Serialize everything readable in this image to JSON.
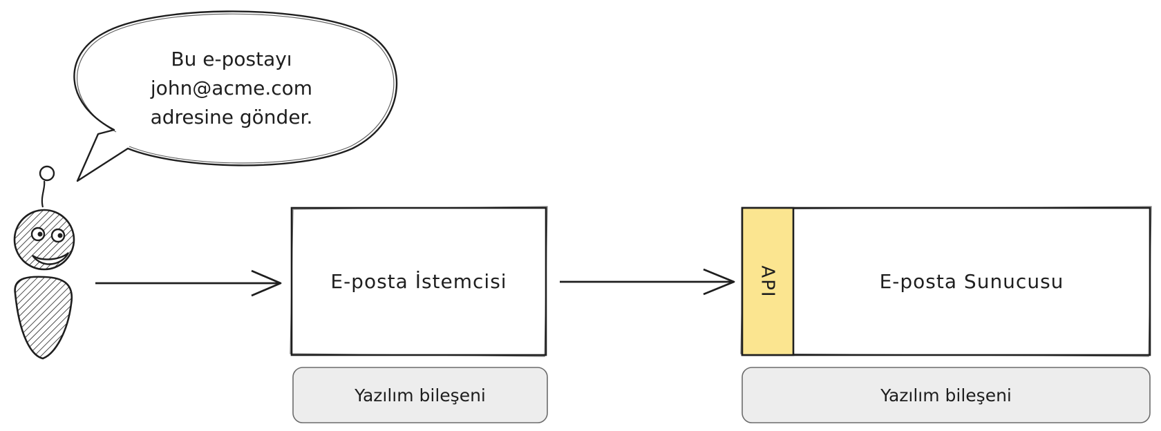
{
  "speech_bubble": {
    "lines": [
      "Bu e-postayı",
      "john@acme.com",
      "adresine gönder."
    ]
  },
  "email_client": {
    "label": "E-posta İstemcisi",
    "tag": "Yazılım bileşeni"
  },
  "email_server": {
    "label": "E-posta Sunucusu",
    "api_label": "API",
    "tag": "Yazılım bileşeni"
  },
  "colors": {
    "stroke": "#1e1e1e",
    "api_fill": "#fbe590",
    "tag_fill": "#ededed",
    "background": "#ffffff"
  }
}
